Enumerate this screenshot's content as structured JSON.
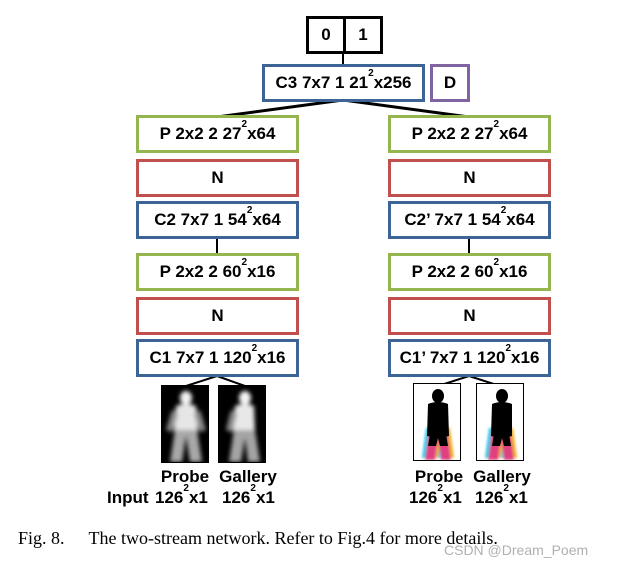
{
  "output": {
    "zero": "0",
    "one": "1"
  },
  "top": {
    "c3": "C3 7x7 1 21",
    "c3_exp": "2",
    "c3_tail": "x256",
    "d": "D"
  },
  "left_stream": {
    "p2": "P 2x2 2 27",
    "p2_exp": "2",
    "p2_tail": "x64",
    "n2": "N",
    "c2": "C2 7x7 1 54",
    "c2_exp": "2",
    "c2_tail": "x64",
    "p1": "P 2x2 2 60",
    "p1_exp": "2",
    "p1_tail": "x16",
    "n1": "N",
    "c1": "C1 7x7 1 120",
    "c1_exp": "2",
    "c1_tail": "x16"
  },
  "right_stream": {
    "p2": "P 2x2 2 27",
    "p2_exp": "2",
    "p2_tail": "x64",
    "n2": "N",
    "c2": "C2’ 7x7 1 54",
    "c2_exp": "2",
    "c2_tail": "x64",
    "p1": "P 2x2 2 60",
    "p1_exp": "2",
    "p1_tail": "x16",
    "n1": "N",
    "c1": "C1’ 7x7 1 120",
    "c1_exp": "2",
    "c1_tail": "x16"
  },
  "left_labels": {
    "probe": "Probe",
    "gallery": "Gallery",
    "input": "Input",
    "probe_size": "126",
    "probe_exp": "2",
    "probe_tail": "x1",
    "gallery_size": "126",
    "gallery_exp": "2",
    "gallery_tail": "x1"
  },
  "right_labels": {
    "probe": "Probe",
    "gallery": "Gallery",
    "probe_size": "126",
    "probe_exp": "2",
    "probe_tail": "x1",
    "gallery_size": "126",
    "gallery_exp": "2",
    "gallery_tail": "x1"
  },
  "caption": {
    "fig": "Fig. 8.",
    "text": "The two-stream network. Refer to Fig.4 for more details."
  },
  "watermark": "CSDN @Dream_Poem",
  "colors": {
    "conv": "#3d6496",
    "pool": "#95b64f",
    "norm": "#c0504d",
    "distance": "#8064a2",
    "output": "#000000"
  }
}
